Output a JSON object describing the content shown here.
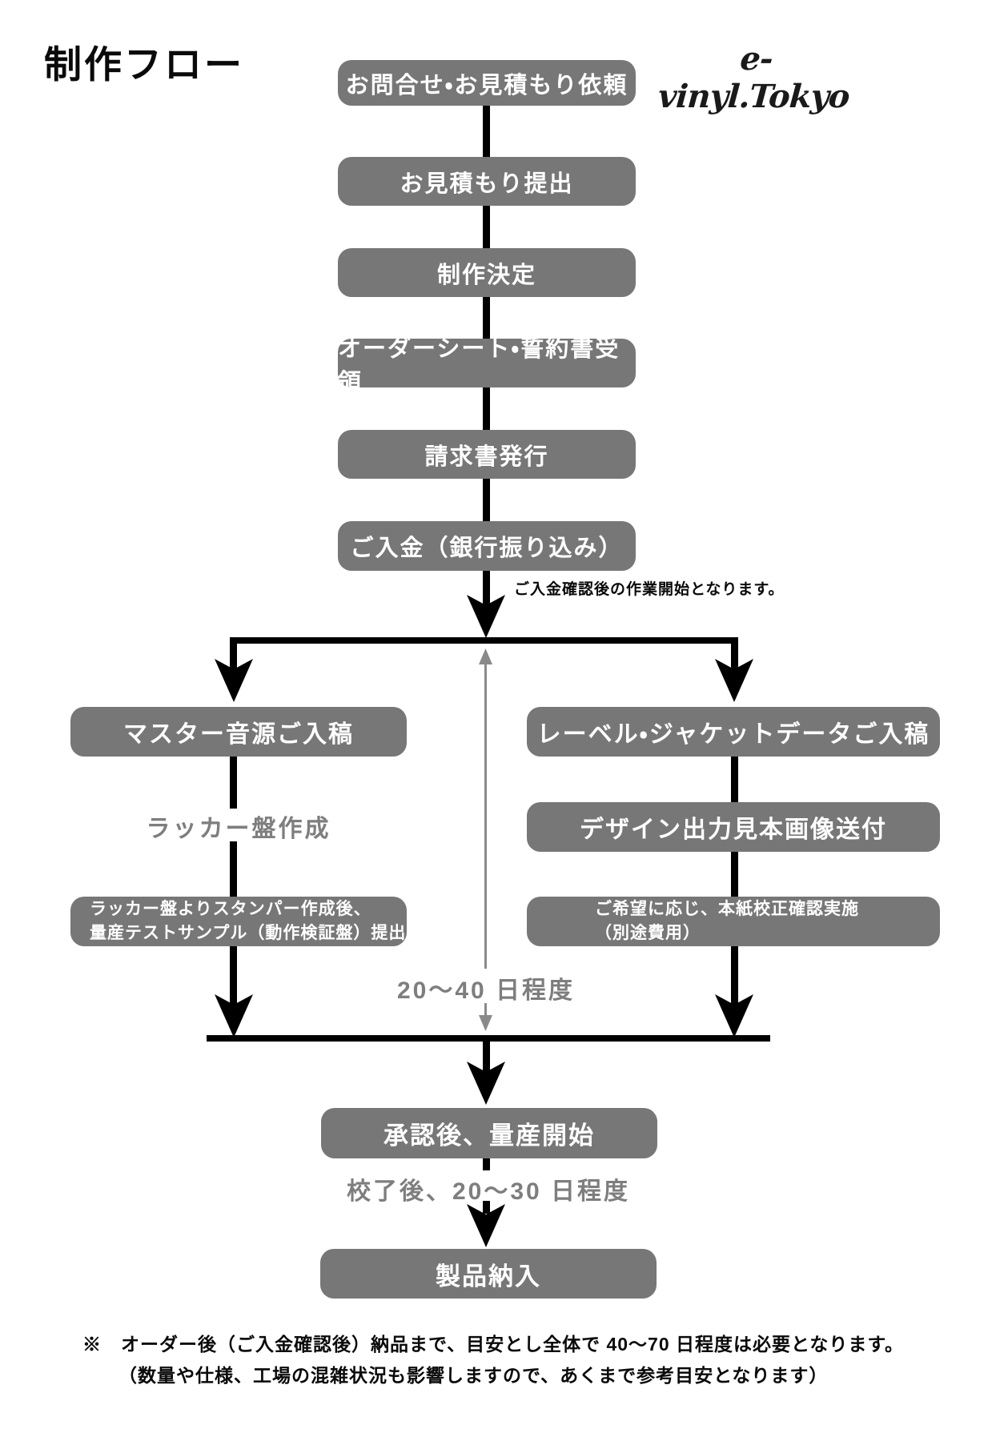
{
  "header": {
    "title": "制作フロー",
    "logo": "e-vinyl.Tokyo"
  },
  "colors": {
    "box_gray": "#777777",
    "line_black": "#000000",
    "gray_text": "#7e7e7e",
    "box_text_white": "#ffffff"
  },
  "main_chain": [
    {
      "label": "お問合せ・お見積もり依頼"
    },
    {
      "label": "お見積もり提出"
    },
    {
      "label": "制作決定"
    },
    {
      "label": "オーダーシート・誓約書受領"
    },
    {
      "label": "請求書発行"
    },
    {
      "label": "ご入金（銀行振り込み）"
    }
  ],
  "payment_note": "ご入金確認後の作業開始となります。",
  "left_branch": {
    "box1": "マスター音源ご入稿",
    "step_text": "ラッカー盤作成",
    "box2_line1": "ラッカー盤よりスタンパー作成後、",
    "box2_line2": "量産テストサンプル（動作検証盤）提出"
  },
  "right_branch": {
    "box1": "レーベル・ジャケットデータご入稿",
    "box2": "デザイン出力見本画像送付",
    "box3_line1": "ご希望に応じ、本紙校正確認実施",
    "box3_line2": "（別途費用）"
  },
  "duration_label": "20〜40 日程度",
  "final_chain": {
    "box1": "承認後、量産開始",
    "duration_note": "校了後、20〜30 日程度",
    "box2": "製品納入"
  },
  "footer": {
    "line1": "※　オーダー後（ご入金確認後）納品まで、目安とし全体で 40〜70 日程度は必要となります。",
    "line2": "（数量や仕様、工場の混雑状況も影響しますので、あくまで参考目安となります）"
  }
}
